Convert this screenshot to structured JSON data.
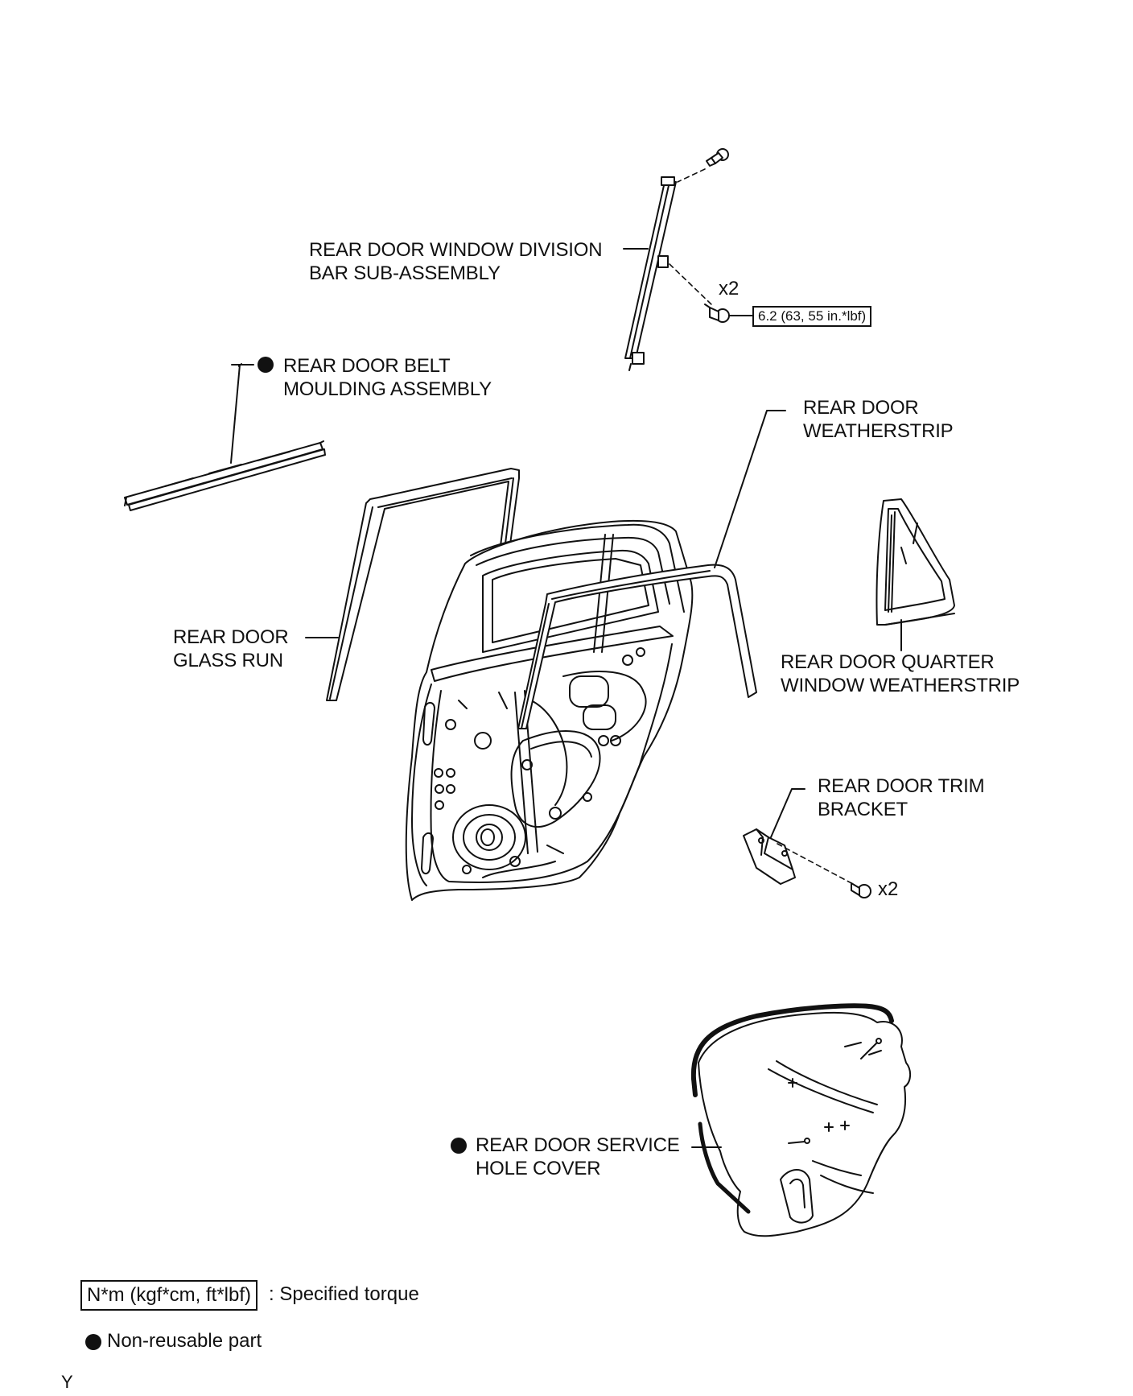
{
  "labels": {
    "division_bar": [
      "REAR DOOR WINDOW DIVISION",
      "BAR SUB-ASSEMBLY"
    ],
    "belt_moulding": [
      "REAR DOOR BELT",
      "MOULDING ASSEMBLY"
    ],
    "weatherstrip": [
      "REAR DOOR",
      "WEATHERSTRIP"
    ],
    "glass_run": [
      "REAR DOOR",
      "GLASS RUN"
    ],
    "quarter_weatherstrip": [
      "REAR DOOR QUARTER",
      "WINDOW WEATHERSTRIP"
    ],
    "trim_bracket": [
      "REAR DOOR TRIM",
      "BRACKET"
    ],
    "service_hole_cover": [
      "REAR DOOR SERVICE",
      "HOLE COVER"
    ]
  },
  "torque": {
    "division_bar_bolt": "6.2 (63, 55 in.*lbf)"
  },
  "quantities": {
    "division_bar_bolts": "x2",
    "trim_bracket_bolts": "x2"
  },
  "legend": {
    "torque_box": "N*m (kgf*cm, ft*lbf)",
    "torque_text": ": Specified torque",
    "nonreusable_text": "Non-reusable part"
  },
  "figure_tag": "Y",
  "colors": {
    "line": "#111111",
    "background": "#ffffff"
  }
}
